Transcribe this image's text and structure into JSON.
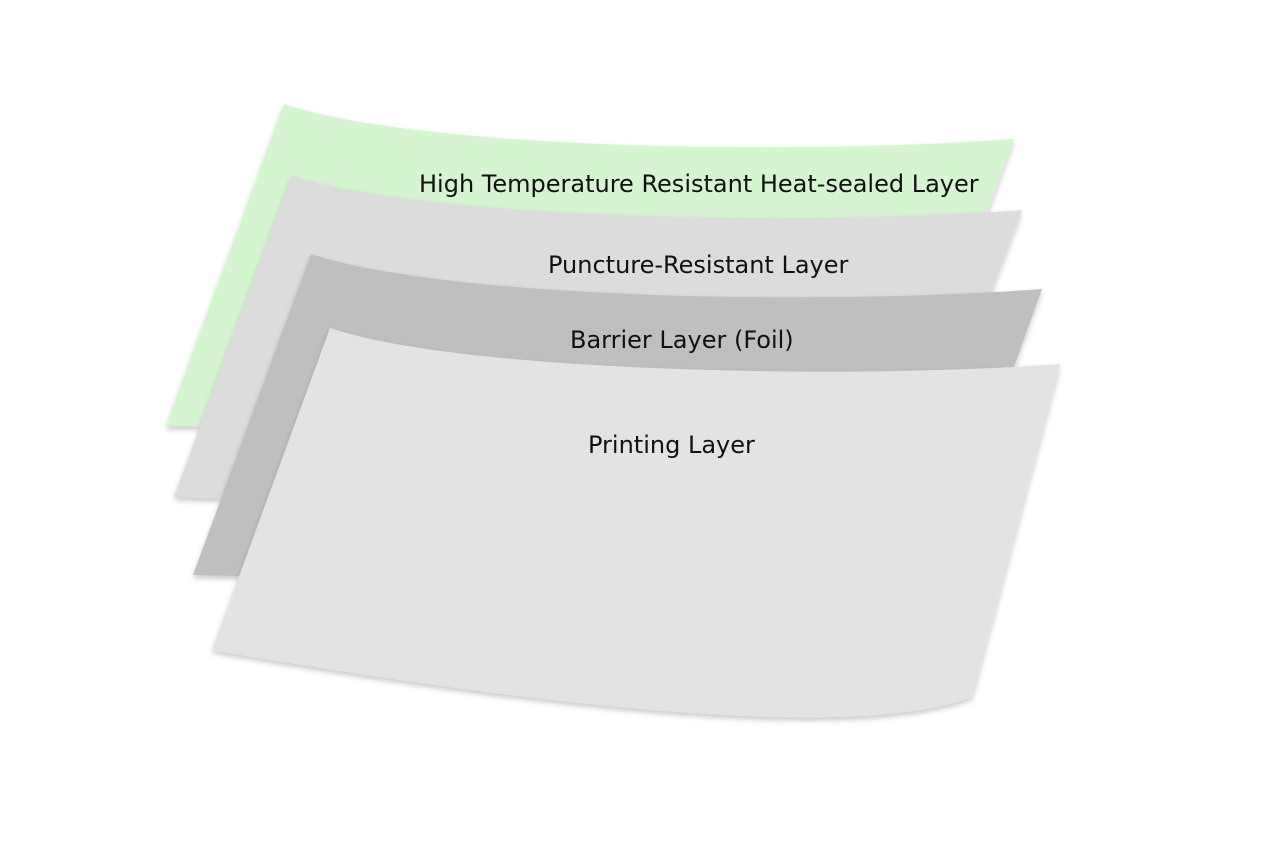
{
  "layers": [
    {
      "label": "High Temperature Resistant Heat-sealed Layer",
      "color": "#d4f5d0"
    },
    {
      "label": "Puncture-Resistant Layer",
      "color": "#dcdcdc"
    },
    {
      "label": "Barrier Layer  (Foil)",
      "color": "#bfbfbf"
    },
    {
      "label": "Printing Layer",
      "color": "#e3e3e3"
    }
  ]
}
